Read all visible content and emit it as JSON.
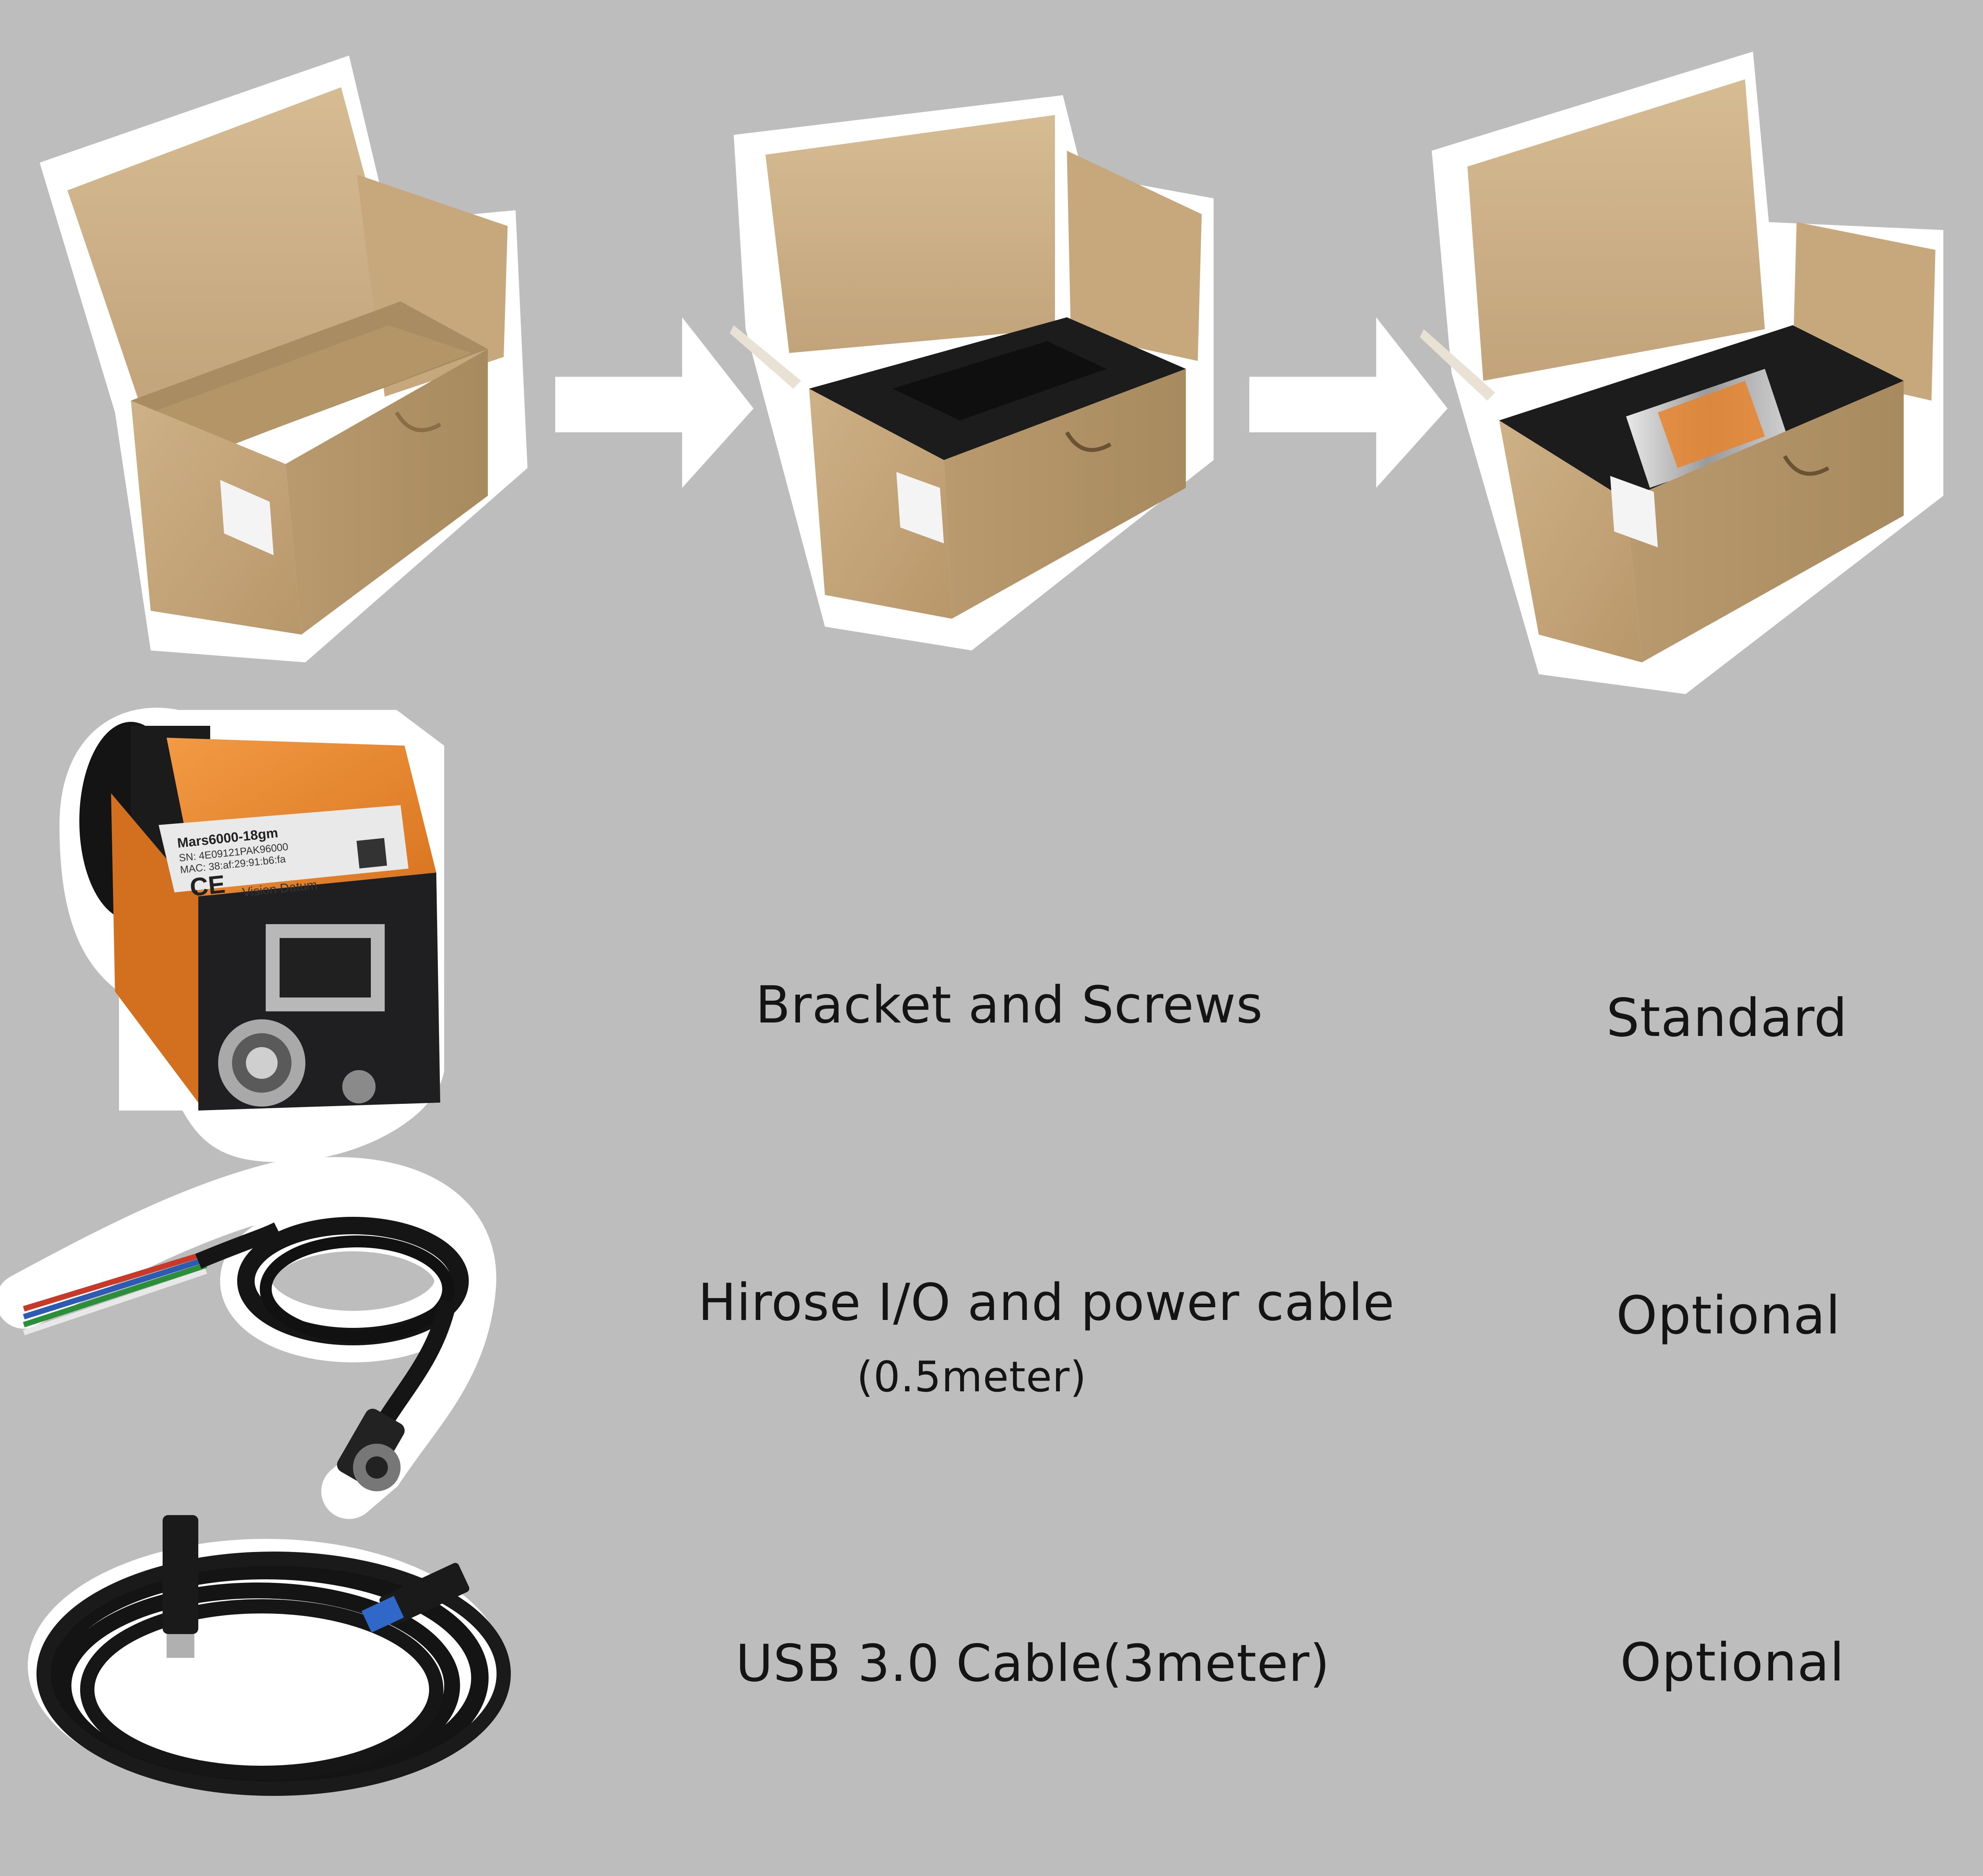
{
  "packaging_steps": [
    {
      "name": "empty-box"
    },
    {
      "name": "box-with-foam-insert"
    },
    {
      "name": "box-with-camera"
    }
  ],
  "camera_label": {
    "model": "Mars6000-18gm",
    "serial": "SN: 4E09121PAK96000",
    "mac": "MAC: 38:af:29:91:b6:fa",
    "brand": "Vision Datum",
    "mark": "CE"
  },
  "accessories": [
    {
      "description": "Bracket  and  Screws",
      "note": "",
      "status": "Standard"
    },
    {
      "description": "Hirose I/O and power cable",
      "note": "(0.5meter)",
      "status": "Optional"
    },
    {
      "description": "USB 3.0 Cable(3meter)",
      "note": "",
      "status": "Optional"
    }
  ],
  "colors": {
    "background": "#bdbdbd",
    "cardboard": "#c9ab80",
    "foam": "#1e1e1e",
    "camera_orange": "#e8842e",
    "camera_black": "#1f1f22",
    "cable": "#151515",
    "outline": "#ffffff"
  }
}
